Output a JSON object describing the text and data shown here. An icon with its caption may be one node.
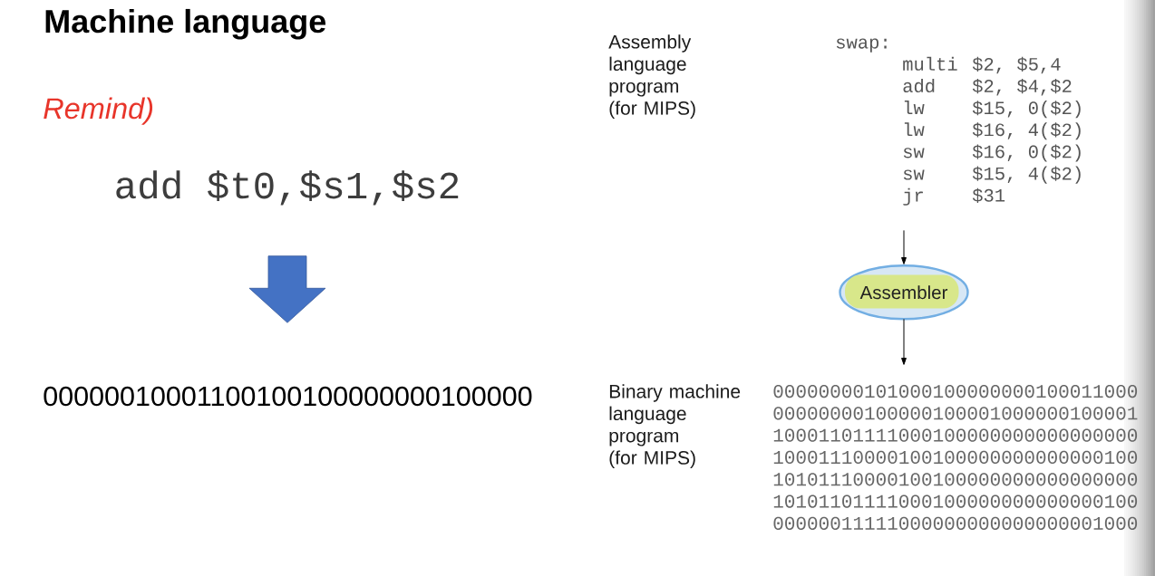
{
  "diagram": {
    "title": "Machine language",
    "nodes": [
      {
        "text": [
          "add $t0,$s1,$s2"
        ]
      },
      {
        "text": [
          "00000010001100100100000000100000"
        ]
      },
      {
        "text": [
          "swap:",
          "multi $2, $5,4",
          "add $2, $4,$2",
          "lw $15, 0($2)",
          "lw $16, 4($2)",
          "sw $16, 0($2)",
          "sw $15, 4($2)",
          "jr $31"
        ],
        "beside": [
          "Assembly language program (for MIPS)"
        ]
      },
      {
        "text": [
          "Assembler"
        ]
      },
      {
        "text": [
          "00000000101000100000000100011000",
          "00000000100000100001000000100001",
          "10001101111000100000000000000000",
          "10001110000100100000000000000100",
          "10101110000100100000000000000000",
          "10101101111000100000000000000100",
          "00000011111000000000000000001000"
        ],
        "beside": [
          "Binary machine language program (for MIPS)"
        ]
      }
    ],
    "edges": [
      {
        "from": 0,
        "to": 1,
        "arrow": "to",
        "style": "thick",
        "color": "#4472c4"
      },
      {
        "from": 2,
        "to": 3,
        "arrow": "to"
      },
      {
        "from": 3,
        "to": 4,
        "arrow": "to"
      }
    ],
    "labels": [
      "Remind)"
    ]
  }
}
